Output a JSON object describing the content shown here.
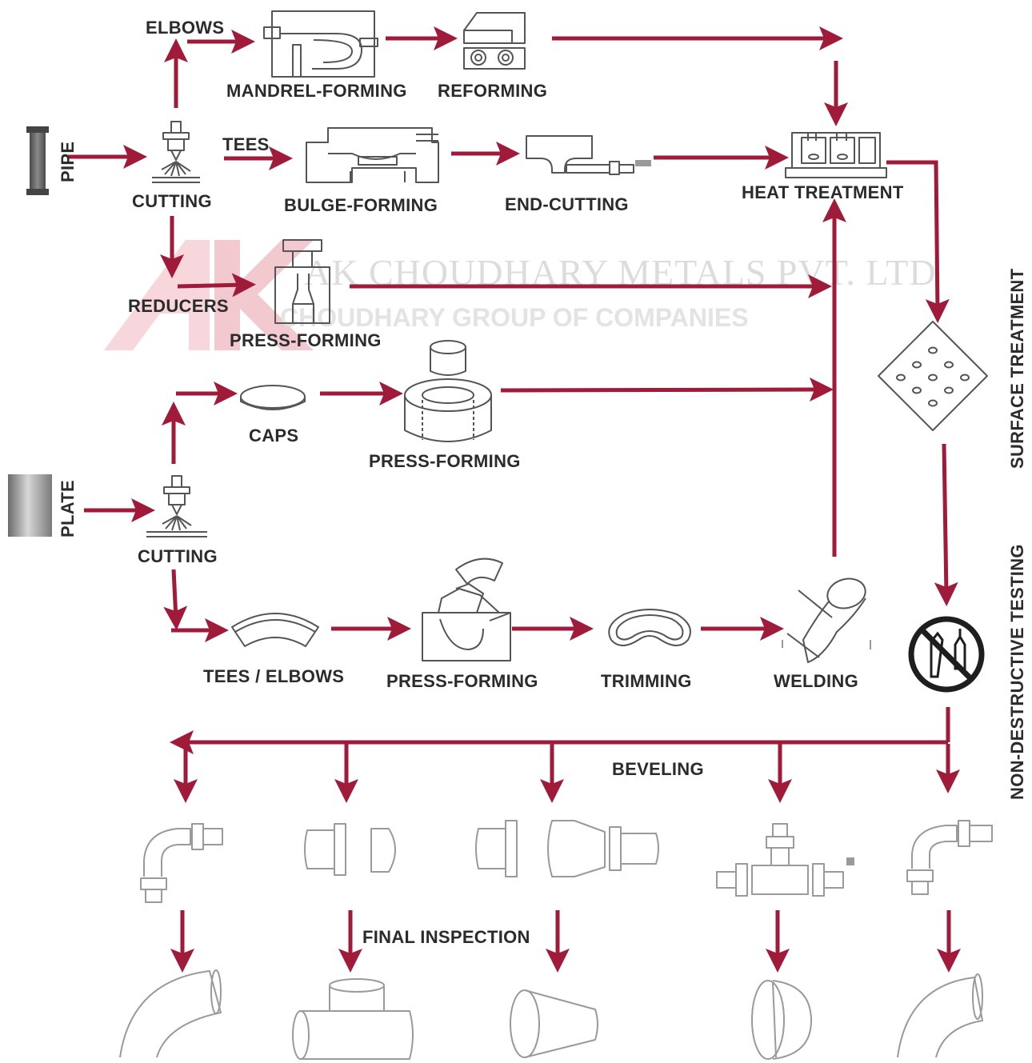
{
  "watermark": {
    "company": "AK CHOUDHARY METALS PVT. LTD",
    "group": "CHOUDHARY GROUP OF COMPANIES",
    "logo_letters": "AK",
    "color": "#f5c9cf"
  },
  "colors": {
    "arrow": "#a01a3a",
    "label": "#2b2b2b"
  },
  "inputs": {
    "pipe": "PIPE",
    "plate": "PLATE"
  },
  "labels": {
    "elbows": "ELBOWS",
    "tees": "TEES",
    "reducers": "REDUCERS",
    "cutting_pipe": "CUTTING",
    "cutting_plate": "CUTTING",
    "mandrel_forming": "MANDREL-FORMING",
    "reforming": "REFORMING",
    "bulge_forming": "BULGE-FORMING",
    "end_cutting": "END-CUTTING",
    "heat_treatment": "HEAT TREATMENT",
    "press_forming_reducers": "PRESS-FORMING",
    "caps": "CAPS",
    "press_forming_caps": "PRESS-FORMING",
    "tees_elbows": "TEES / ELBOWS",
    "press_forming_plate": "PRESS-FORMING",
    "trimming": "TRIMMING",
    "welding": "WELDING",
    "surface_treatment": "SURFACE TREATMENT",
    "non_destructive_testing": "NON-DESTRUCTIVE TESTING",
    "beveling": "BEVELING",
    "final_inspection": "FINAL INSPECTION"
  },
  "icons": {
    "pipe": "pipe-icon",
    "plate": "plate-icon",
    "cutting": "cutting-torch-icon",
    "mandrel": "mandrel-forming-icon",
    "reforming": "reforming-die-icon",
    "bulge": "bulge-forming-icon",
    "end_cutting": "end-cutting-icon",
    "heat": "heat-treatment-furnace-icon",
    "press": "press-forming-icon",
    "caps": "cap-disc-icon",
    "surface": "surface-treatment-icon",
    "ndt": "non-destructive-testing-icon"
  }
}
